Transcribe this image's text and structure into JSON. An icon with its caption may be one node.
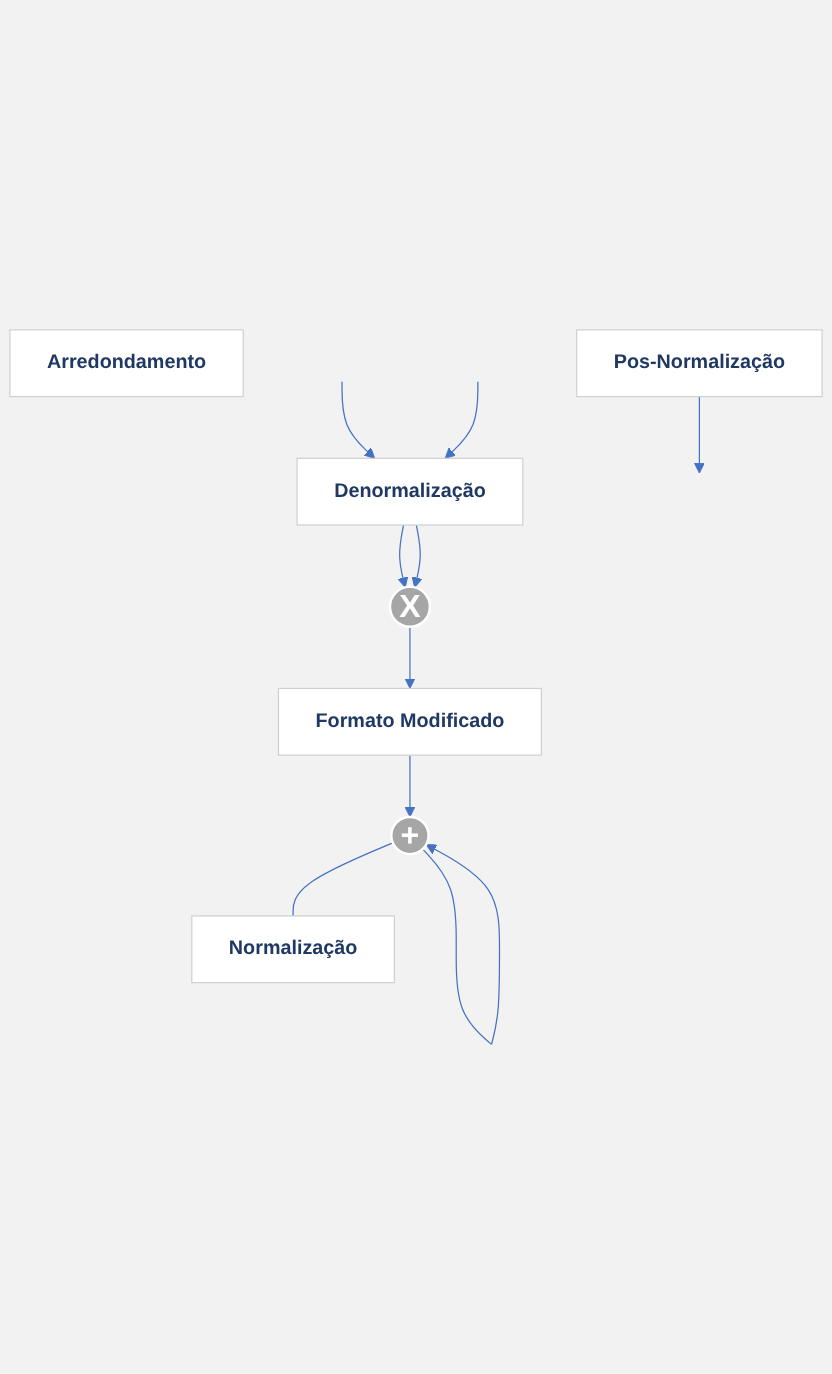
{
  "diagram": {
    "nodes": [
      {
        "text": [
          "Denormalização"
        ]
      },
      {
        "text": [
          "X"
        ]
      },
      {
        "text": [
          "Formato Modificado"
        ]
      },
      {
        "text": [
          "+"
        ]
      },
      {
        "text": [
          "Normalização"
        ]
      },
      {
        "text": [
          "Arredondamento"
        ]
      },
      {
        "text": [
          "Pos-Normalização"
        ]
      }
    ],
    "edges": [
      {
        "from": null,
        "to": 0,
        "arrow": "to"
      },
      {
        "from": null,
        "to": 0,
        "arrow": "to"
      },
      {
        "from": 0,
        "to": 1,
        "arrow": "to"
      },
      {
        "from": 0,
        "to": 1,
        "arrow": "to"
      },
      {
        "from": 1,
        "to": 2,
        "arrow": "to"
      },
      {
        "from": 2,
        "to": 3,
        "arrow": "to"
      },
      {
        "from": 3,
        "to": 3,
        "arrow": "to"
      },
      {
        "from": 3,
        "to": 4,
        "arrow": "none"
      },
      {
        "from": 6,
        "to": null,
        "arrow": "to"
      }
    ]
  }
}
